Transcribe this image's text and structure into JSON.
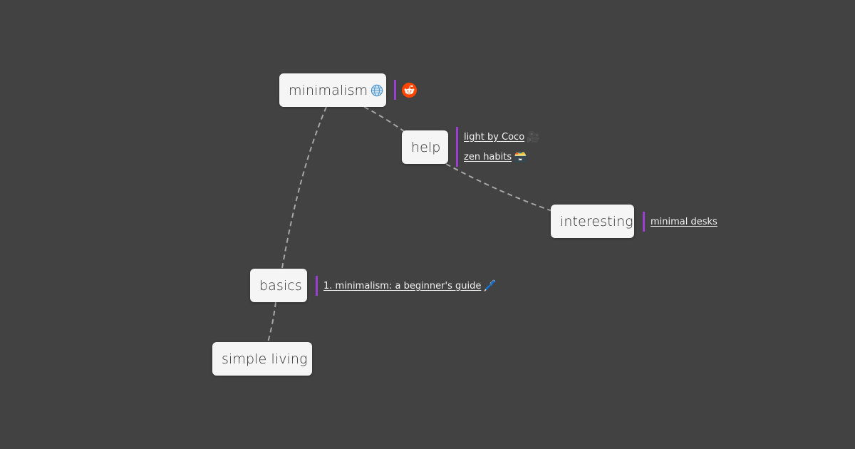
{
  "background": "#424242",
  "accent_color": "#9b3fd1",
  "edge_color": "#a6a6a6",
  "nodes": {
    "minimalism": {
      "label": "minimalism",
      "icon": "globe-icon"
    },
    "help": {
      "label": "help"
    },
    "interesting": {
      "label": "interesting"
    },
    "basics": {
      "label": "basics"
    },
    "simple_living": {
      "label": "simple living"
    }
  },
  "links": {
    "minimalism": [
      {
        "icon": "reddit-icon"
      }
    ],
    "help": [
      {
        "text": "light by Coco",
        "icon": "video-camera-icon",
        "glyph": "🎥"
      },
      {
        "text": "zen habits",
        "icon": "card-file-box-icon",
        "glyph": "🗃️"
      }
    ],
    "interesting": [
      {
        "text": "minimal desks"
      }
    ],
    "basics": [
      {
        "text": "1. minimalism: a beginner's guide",
        "icon": "pen-icon",
        "glyph": "🖊️"
      }
    ]
  }
}
